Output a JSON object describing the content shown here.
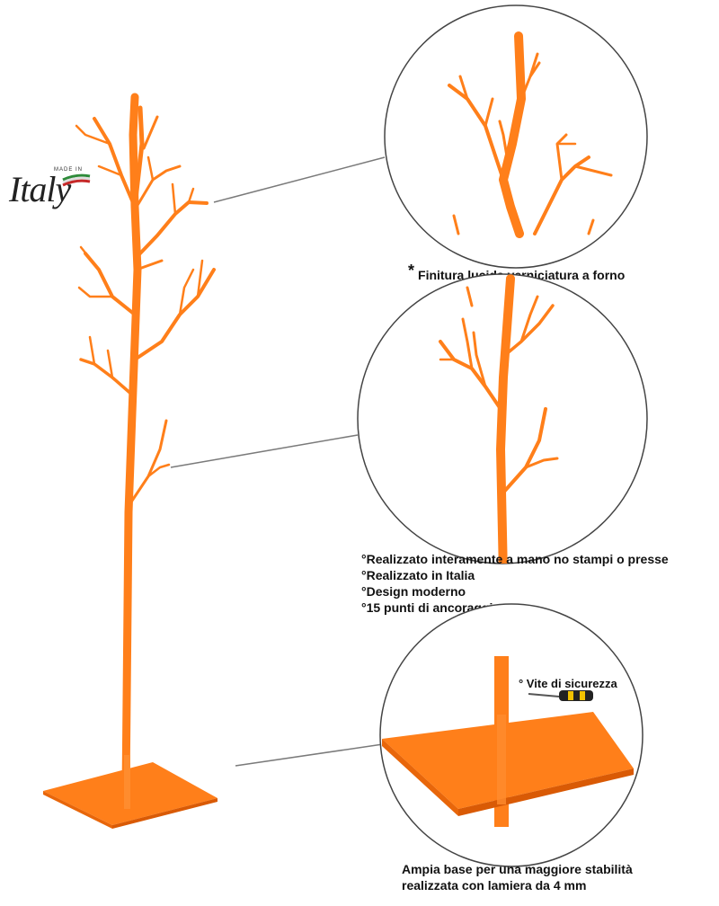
{
  "logo": {
    "made_in": "MADE IN",
    "country": "Italy",
    "flag_colors": [
      "#2e8b3a",
      "#ffffff",
      "#c62828"
    ]
  },
  "colors": {
    "product": "#ff7f1a",
    "product_dark": "#e8660a",
    "leader_line": "#7a7a7a",
    "circle_border": "#444444"
  },
  "annotations": {
    "finish": "Finitura lucida verniciatura a forno",
    "features": [
      "°Realizzato interamente a mano no stampi o presse",
      "°Realizzato in Italia",
      "°Design moderno",
      "°15 punti di ancoraggio"
    ],
    "screw": "° Vite di sicurezza",
    "base_line1": "Ampia base per una maggiore stabilità",
    "base_line2": "realizzata con lamiera da 4 mm"
  }
}
